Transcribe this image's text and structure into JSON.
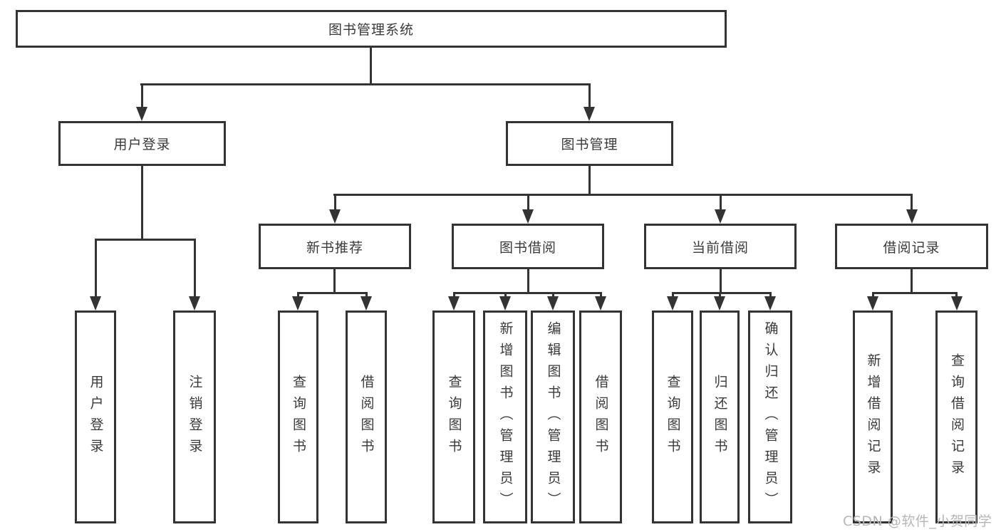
{
  "tree": {
    "root": {
      "label": "图书管理系统"
    },
    "branches": [
      {
        "label": "用户登录",
        "children": [
          {
            "label": "用户登录"
          },
          {
            "label": "注销登录"
          }
        ]
      },
      {
        "label": "图书管理",
        "children": [
          {
            "label": "新书推荐",
            "children": [
              {
                "label": "查询图书"
              },
              {
                "label": "借阅图书"
              }
            ]
          },
          {
            "label": "图书借阅",
            "children": [
              {
                "label": "查询图书"
              },
              {
                "label": "新增图书（管理员）"
              },
              {
                "label": "编辑图书（管理员）"
              },
              {
                "label": "借阅图书"
              }
            ]
          },
          {
            "label": "当前借阅",
            "children": [
              {
                "label": "查询图书"
              },
              {
                "label": "归还图书"
              },
              {
                "label": "确认归还（管理员）"
              }
            ]
          },
          {
            "label": "借阅记录",
            "children": [
              {
                "label": "新增借阅记录"
              },
              {
                "label": "查询借阅记录"
              }
            ]
          }
        ]
      }
    ]
  },
  "watermark": {
    "text": "CSDN @软件_小贺同学"
  },
  "colors": {
    "line": "#333333",
    "box_border": "#333333",
    "box_background": "#ffffff",
    "text": "#3a3a3a",
    "watermark": "#b6b6b6",
    "page_background": "#ffffff"
  }
}
